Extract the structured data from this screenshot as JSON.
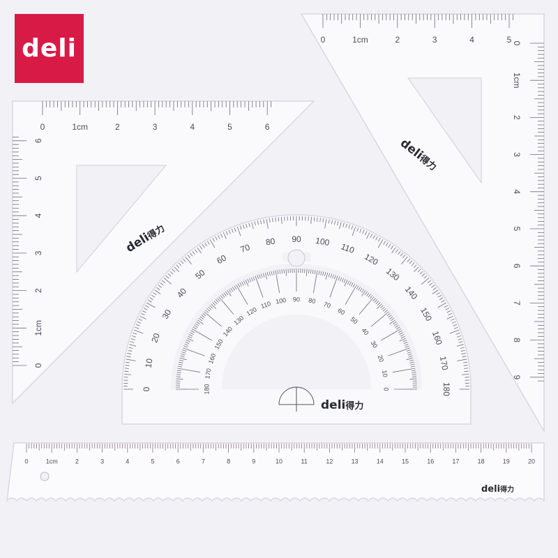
{
  "brand": {
    "logo_text": "deli",
    "mark_latin": "deli",
    "mark_cjk": "得力",
    "color": "#d81b46"
  },
  "left_triangle": {
    "top_scale": [
      "0",
      "1cm",
      "2",
      "3",
      "4",
      "5",
      "6"
    ],
    "side_scale": [
      "0",
      "1cm",
      "2",
      "3",
      "4",
      "5",
      "6"
    ]
  },
  "right_triangle": {
    "top_scale": [
      "0",
      "1cm",
      "2",
      "3",
      "4",
      "5"
    ],
    "side_scale": [
      "0",
      "1cm",
      "2",
      "3",
      "4",
      "5",
      "6",
      "7",
      "8",
      "9"
    ]
  },
  "protractor": {
    "outer_scale": [
      "0",
      "10",
      "20",
      "30",
      "40",
      "50",
      "60",
      "70",
      "80",
      "90",
      "100",
      "110",
      "120",
      "130",
      "140",
      "150",
      "160",
      "170",
      "180"
    ],
    "inner_scale": [
      "0",
      "10",
      "20",
      "30",
      "40",
      "50",
      "60",
      "70",
      "80",
      "90",
      "100",
      "110",
      "120",
      "130",
      "140",
      "150",
      "160",
      "170",
      "180"
    ]
  },
  "straight_ruler": {
    "scale": [
      "0",
      "1cm",
      "2",
      "3",
      "4",
      "5",
      "6",
      "7",
      "8",
      "9",
      "10",
      "11",
      "12",
      "13",
      "14",
      "15",
      "16",
      "17",
      "18",
      "19",
      "20"
    ]
  }
}
